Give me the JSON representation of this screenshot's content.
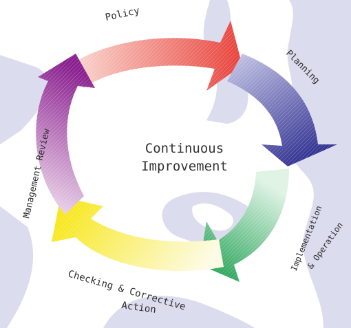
{
  "center": {
    "line1": "Continuous",
    "line2": "Improvement"
  },
  "stages": {
    "policy": "Policy",
    "planning": "Planning",
    "implementation_line1": "Implementation",
    "implementation_line2": "& Operation",
    "checking_line1": "Checking & Corrective",
    "checking_line2": "Action",
    "review": "Management Review"
  },
  "colors": {
    "background_shape": "#dcdcef",
    "policy_arrow": "#e8413a",
    "planning_arrow": "#3a3a9a",
    "implementation_arrow": "#17a24f",
    "checking_arrow": "#f5e51c",
    "review_arrow": "#8a1f8f"
  }
}
